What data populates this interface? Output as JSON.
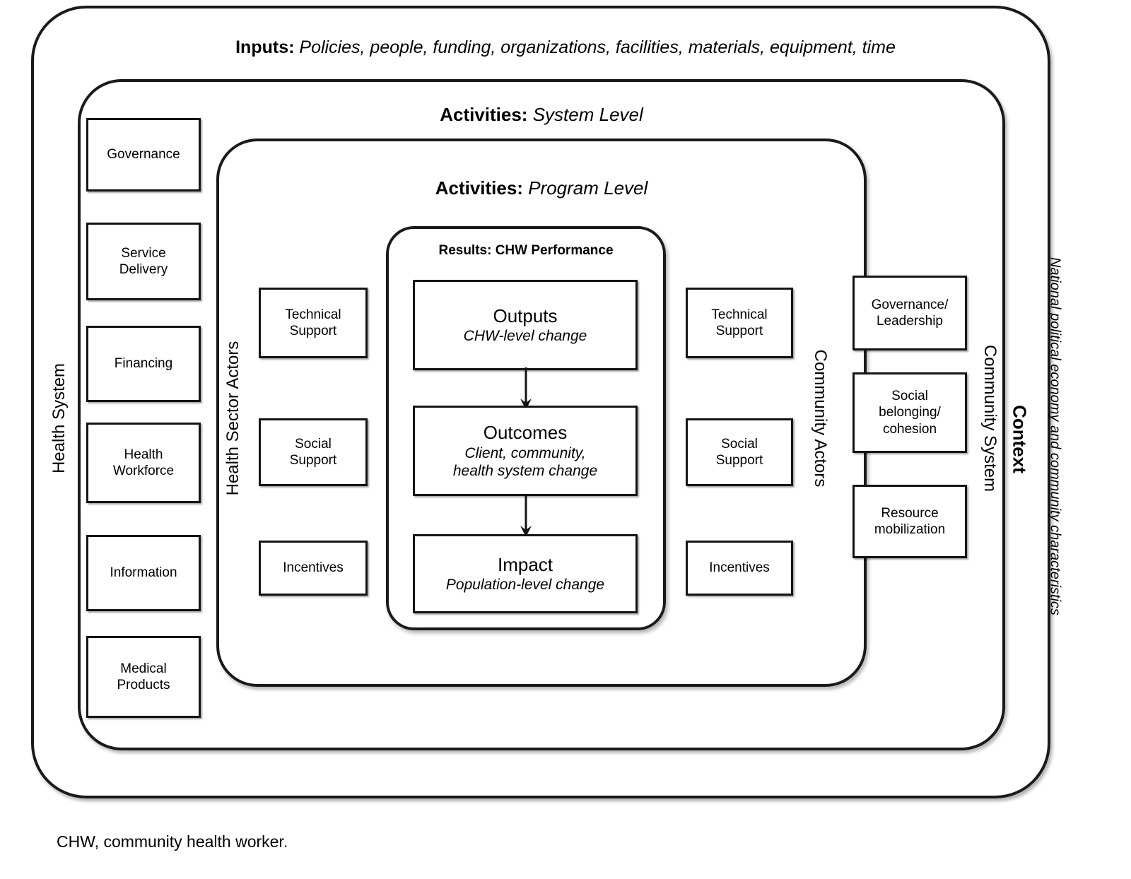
{
  "figure": {
    "caption": "CHW, community health worker."
  },
  "context": {
    "title": "Context",
    "subtitle": "National political economy and community characteristics"
  },
  "inputs": {
    "label": "Inputs:",
    "value": "Policies, people, funding, organizations, facilities, materials, equipment, time"
  },
  "activities_system": {
    "label": "Activities:",
    "value": "System Level"
  },
  "activities_program": {
    "label": "Activities:",
    "value": "Program Level"
  },
  "results": {
    "title": "Results: CHW Performance",
    "boxes": [
      {
        "title": "Outputs",
        "subtitle": "CHW-level change"
      },
      {
        "title": "Outcomes",
        "subtitle": "Client, community,\nhealth system change"
      },
      {
        "title": "Impact",
        "subtitle": "Population-level change"
      }
    ],
    "arrows": [
      "outputs-to-outcomes",
      "outcomes-to-impact"
    ]
  },
  "health_system": {
    "axis_label": "Health System",
    "items": [
      "Governance",
      "Service\nDelivery",
      "Financing",
      "Health\nWorkforce",
      "Information",
      "Medical\nProducts"
    ]
  },
  "health_sector_actors": {
    "axis_label": "Health Sector Actors",
    "items": [
      "Technical\nSupport",
      "Social\nSupport",
      "Incentives"
    ]
  },
  "community_actors": {
    "axis_label": "Community Actors",
    "items": [
      "Technical\nSupport",
      "Social\nSupport",
      "Incentives"
    ]
  },
  "community_system": {
    "axis_label": "Community System",
    "items": [
      "Governance/\nLeadership",
      "Social\nbelonging/\ncohesion",
      "Resource\nmobilization"
    ]
  },
  "colors": {
    "stroke": "#141414",
    "background": "#ffffff"
  }
}
